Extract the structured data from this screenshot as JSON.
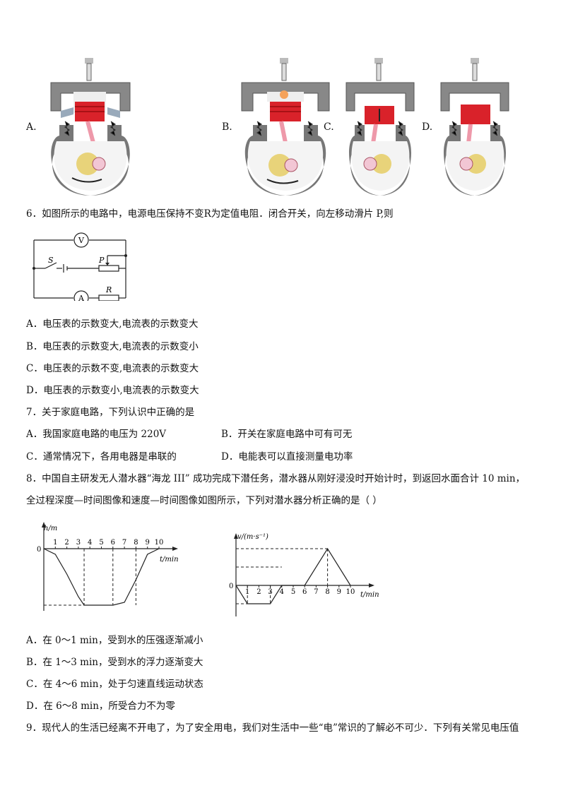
{
  "q5": {
    "option_labels": [
      "A.",
      "B.",
      "C.",
      "D."
    ]
  },
  "q6": {
    "stem": "6．如图所示的电路中，电源电压保持不变R为定值电阻．闭合开关，向左移动滑片 P,则",
    "circuit_labels": {
      "voltmeter": "V",
      "ammeter": "A",
      "switch": "S",
      "slider": "P",
      "resistor": "R"
    },
    "options": [
      "A．电压表的示数变大,电流表的示数变大",
      "B．电压表的示数变大,电流表的示数变小",
      "C．电压表的示数不变,电流表的示数变大",
      "D．电压表的示数变小,电流表的示数变大"
    ]
  },
  "q7": {
    "stem": "7．关于家庭电路，下列认识中正确的是",
    "options": [
      "A．我国家庭电路的电压为 220V",
      "B．开关在家庭电路中可有可无",
      "C．通常情况下，各用电器是串联的",
      "D．电能表可以直接测量电功率"
    ]
  },
  "q8": {
    "stem_line1": "8．中国自主研发无人潜水器“海龙 III” 成功完成下潜任务，潜水器从刚好浸没时开始计时，到返回水面合计  10 min，",
    "stem_line2": "全过程深度—时间图像和速度—时间图像如图所示，下列对潜水器分析正确的是（    ）",
    "options": [
      "A．在  0～1 min，受到水的压强逐渐减小",
      "B．在  1～3 min，受到水的浮力逐渐变大",
      "C．在  4～6 min，处于匀速直线运动状态",
      "D．在  6～8 min，所受合力不为零"
    ]
  },
  "q9": {
    "stem": "9．现代人的生活已经离不开电了，为了安全用电，我们对生活中一些“电”常识的了解必不可少．下列有关常见电压值"
  },
  "chart_data": [
    {
      "type": "line",
      "ylabel": "h/m",
      "xlabel": "t/min",
      "x_ticks": [
        1,
        2,
        3,
        4,
        5,
        6,
        7,
        8,
        9,
        10
      ],
      "y_ticks": [
        0
      ],
      "x": [
        0,
        1,
        2,
        3,
        3.5,
        4,
        5,
        6,
        7,
        8,
        9,
        10
      ],
      "y": [
        0,
        -0.1,
        -0.45,
        -0.85,
        -1,
        -1,
        -1,
        -1,
        -0.95,
        -0.55,
        -0.1,
        0
      ],
      "annotations": "dashed vertical lines at t=3.5, 6, 8"
    },
    {
      "type": "line",
      "ylabel": "v/(m·s⁻¹)",
      "xlabel": "t/min",
      "x_ticks": [
        1,
        2,
        3,
        4,
        5,
        6,
        7,
        8,
        9,
        10
      ],
      "y_ticks": [
        0
      ],
      "x": [
        0,
        1,
        3,
        4,
        6,
        8,
        10
      ],
      "y": [
        0,
        -1,
        -1,
        0,
        0,
        2,
        0
      ]
    }
  ]
}
